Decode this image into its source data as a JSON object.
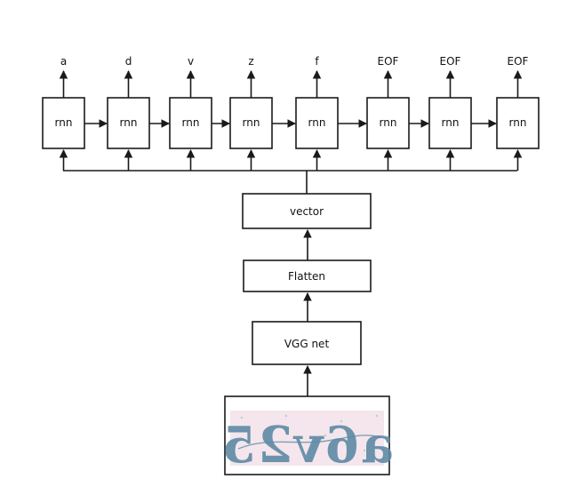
{
  "rnn_cells": [
    {
      "label": "rnn",
      "output": "a"
    },
    {
      "label": "rnn",
      "output": "d"
    },
    {
      "label": "rnn",
      "output": "v"
    },
    {
      "label": "rnn",
      "output": "z"
    },
    {
      "label": "rnn",
      "output": "f"
    },
    {
      "label": "rnn",
      "output": "EOF"
    },
    {
      "label": "rnn",
      "output": "EOF"
    },
    {
      "label": "rnn",
      "output": "EOF"
    }
  ],
  "blocks": {
    "vector": "vector",
    "flatten": "Flatten",
    "vgg": "VGG net"
  },
  "captcha": {
    "text": "a6v25"
  },
  "colors": {
    "stroke": "#1a1a1a",
    "captcha_bg": "#f4e6ec",
    "captcha_ink": "#5e8aa6"
  }
}
